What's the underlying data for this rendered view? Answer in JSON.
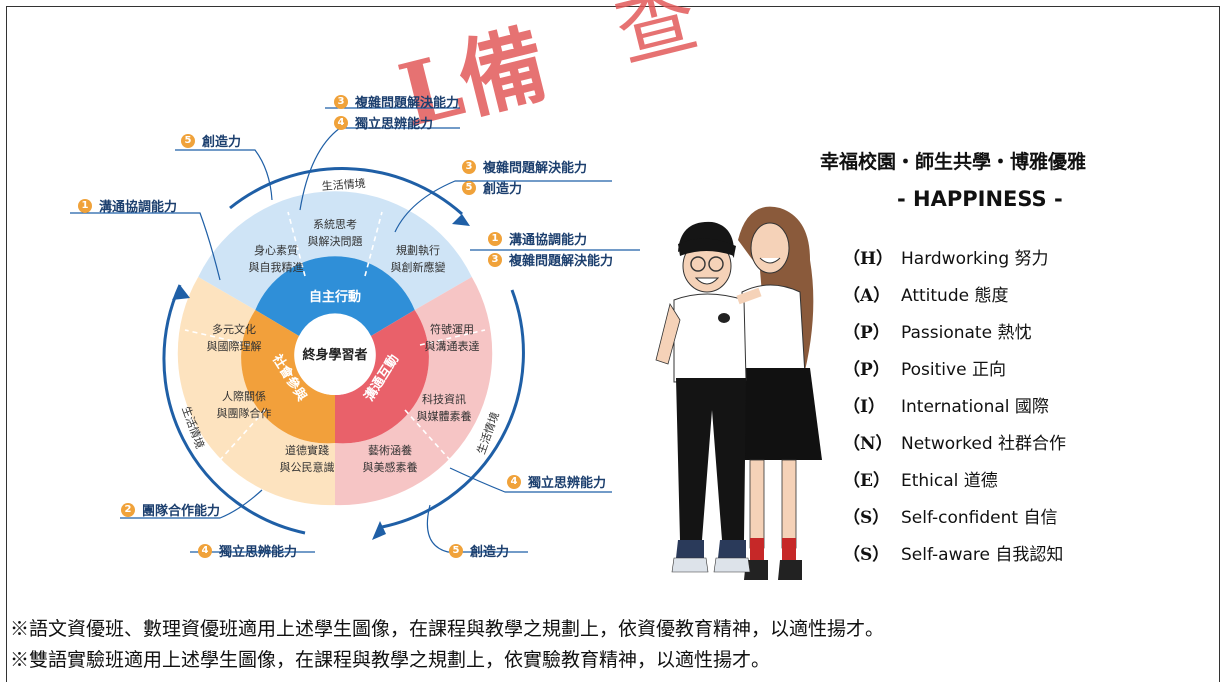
{
  "watermark": {
    "char1": "L備",
    "char2": "查"
  },
  "wheel": {
    "center": "終身學習者",
    "inner": {
      "top": "自主行動",
      "right": "溝通互動",
      "left": "社會參與"
    },
    "ring_top_label": "生活情境",
    "ring_left_label": "生活情境",
    "ring_right_label": "生活情境",
    "segments": {
      "top_left": [
        "身心素質",
        "與自我精進"
      ],
      "top_mid": [
        "系統思考",
        "與解決問題"
      ],
      "top_right": [
        "規劃執行",
        "與創新應變"
      ],
      "right_top": [
        "符號運用",
        "與溝通表達"
      ],
      "right_mid": [
        "科技資訊",
        "與媒體素養"
      ],
      "right_bot": [
        "藝術涵養",
        "與美感素養"
      ],
      "left_bot": [
        "道德實踐",
        "與公民意識"
      ],
      "left_mid": [
        "人際關係",
        "與團隊合作"
      ],
      "left_top": [
        "多元文化",
        "與國際理解"
      ]
    }
  },
  "callouts": [
    {
      "num": "3",
      "text": "複雜問題解決能力"
    },
    {
      "num": "4",
      "text": "獨立思辨能力"
    },
    {
      "num": "5",
      "text": "創造力"
    },
    {
      "num": "3",
      "text": "複雜問題解決能力"
    },
    {
      "num": "5",
      "text": "創造力"
    },
    {
      "num": "1",
      "text": "溝通協調能力"
    },
    {
      "num": "1",
      "text": "溝通協調能力"
    },
    {
      "num": "3",
      "text": "複雜問題解決能力"
    },
    {
      "num": "4",
      "text": "獨立思辨能力"
    },
    {
      "num": "2",
      "text": "團隊合作能力"
    },
    {
      "num": "4",
      "text": "獨立思辨能力"
    },
    {
      "num": "5",
      "text": "創造力"
    }
  ],
  "happiness": {
    "title": "幸福校園・師生共學・博雅優雅",
    "subtitle": "- HAPPINESS -",
    "items": [
      {
        "letter": "（H）",
        "text": "Hardworking 努力"
      },
      {
        "letter": "（A）",
        "text": "Attitude 態度"
      },
      {
        "letter": "（P）",
        "text": "Passionate 熱忱"
      },
      {
        "letter": "（P）",
        "text": "Positive 正向"
      },
      {
        "letter": "（I）",
        "text": "International 國際"
      },
      {
        "letter": "（N）",
        "text": "Networked 社群合作"
      },
      {
        "letter": "（E）",
        "text": "Ethical 道德"
      },
      {
        "letter": "（S）",
        "text": "Self-confident 自信"
      },
      {
        "letter": "（S）",
        "text": "Self-aware 自我認知"
      }
    ]
  },
  "notes": [
    "※語文資優班、數理資優班適用上述學生圖像，在課程與教學之規劃上，依資優教育精神，以適性揚才。",
    "※雙語實驗班適用上述學生圖像，在課程與教學之規劃上，依實驗教育精神，以適性揚才。"
  ],
  "colors": {
    "navy": "#1c3f6e",
    "blue": "#1f78c8",
    "top_seg": "#cfe4f6",
    "right_seg": "#f6c5c5",
    "left_seg": "#fde3bf",
    "badge": "#f0a23a",
    "watermark": "#e25a5a"
  }
}
